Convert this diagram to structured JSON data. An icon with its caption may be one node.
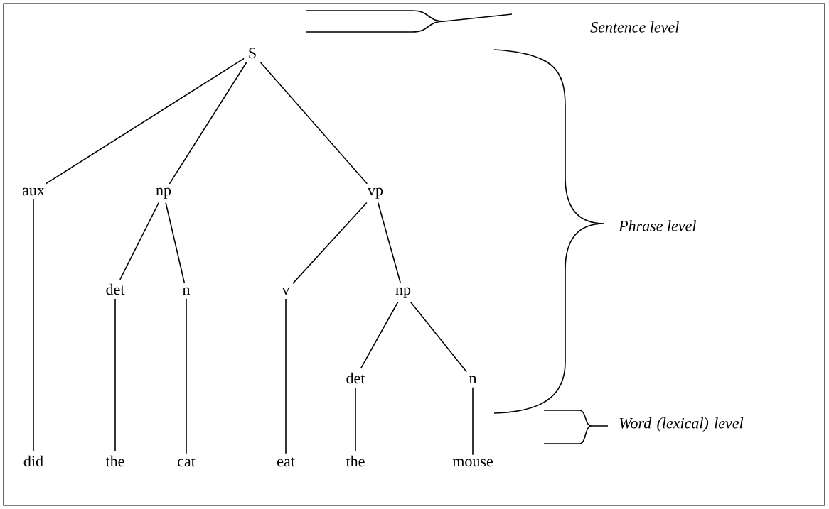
{
  "diagram": {
    "nodes": [
      {
        "text": [
          "S"
        ]
      },
      {
        "text": [
          "aux"
        ]
      },
      {
        "text": [
          "np"
        ]
      },
      {
        "text": [
          "vp"
        ]
      },
      {
        "text": [
          "det"
        ]
      },
      {
        "text": [
          "n"
        ]
      },
      {
        "text": [
          "v"
        ]
      },
      {
        "text": [
          "np"
        ]
      },
      {
        "text": [
          "det"
        ]
      },
      {
        "text": [
          "n"
        ]
      },
      {
        "text": [
          "did"
        ]
      },
      {
        "text": [
          "the"
        ]
      },
      {
        "text": [
          "cat"
        ]
      },
      {
        "text": [
          "eat"
        ]
      },
      {
        "text": [
          "the"
        ]
      },
      {
        "text": [
          "mouse"
        ]
      }
    ],
    "edges": [
      {
        "from": 0,
        "to": 1,
        "arrow": "none"
      },
      {
        "from": 0,
        "to": 2,
        "arrow": "none"
      },
      {
        "from": 0,
        "to": 3,
        "arrow": "none"
      },
      {
        "from": 2,
        "to": 4,
        "arrow": "none"
      },
      {
        "from": 2,
        "to": 5,
        "arrow": "none"
      },
      {
        "from": 3,
        "to": 6,
        "arrow": "none"
      },
      {
        "from": 3,
        "to": 7,
        "arrow": "none"
      },
      {
        "from": 7,
        "to": 8,
        "arrow": "none"
      },
      {
        "from": 7,
        "to": 9,
        "arrow": "none"
      },
      {
        "from": 1,
        "to": 10,
        "arrow": "none"
      },
      {
        "from": 4,
        "to": 11,
        "arrow": "none"
      },
      {
        "from": 5,
        "to": 12,
        "arrow": "none"
      },
      {
        "from": 6,
        "to": 13,
        "arrow": "none"
      },
      {
        "from": 8,
        "to": 14,
        "arrow": "none"
      },
      {
        "from": 9,
        "to": 15,
        "arrow": "none"
      }
    ],
    "labels": [
      "Sentence level",
      "Phrase level",
      "Word (lexical) level"
    ]
  }
}
